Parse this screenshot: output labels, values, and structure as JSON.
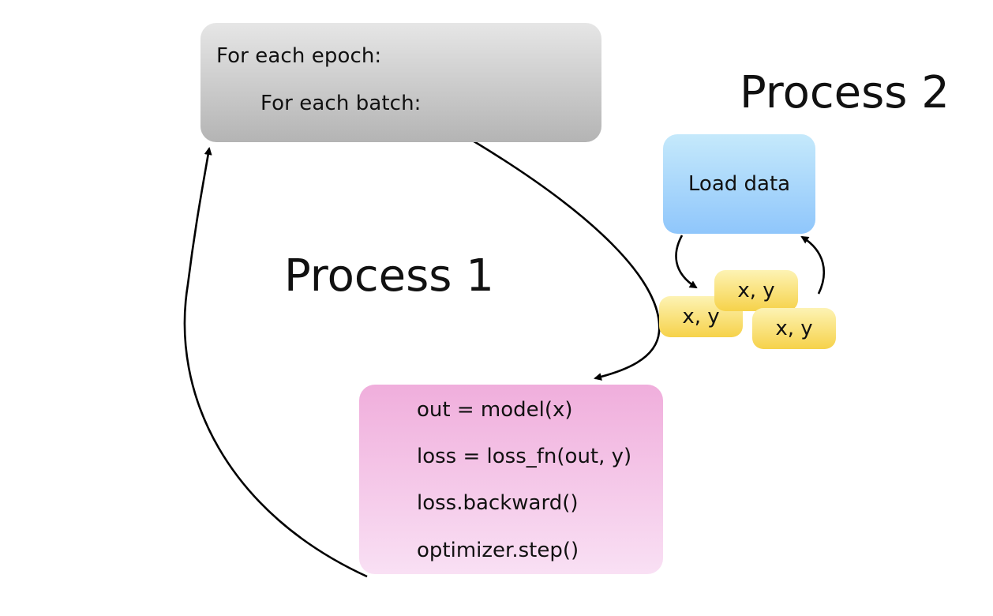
{
  "epoch_box": {
    "line1": "For each epoch:",
    "line2": "For each batch:"
  },
  "process_titles": {
    "process2": "Process 2",
    "process1": "Process 1"
  },
  "load_box": {
    "label": "Load data"
  },
  "batch_items": [
    "x, y",
    "x, y",
    "x, y"
  ],
  "steps_box": {
    "steps": [
      "out = model(x)",
      "loss = loss_fn(out, y)",
      "loss.backward()",
      "optimizer.step()"
    ]
  },
  "colors": {
    "epoch_box": "#d0d0d0",
    "load_box": "#a8d6fa",
    "batch_items": "#f8dd6e",
    "steps_box": "#f5c6ea",
    "arrows": "#000000"
  }
}
